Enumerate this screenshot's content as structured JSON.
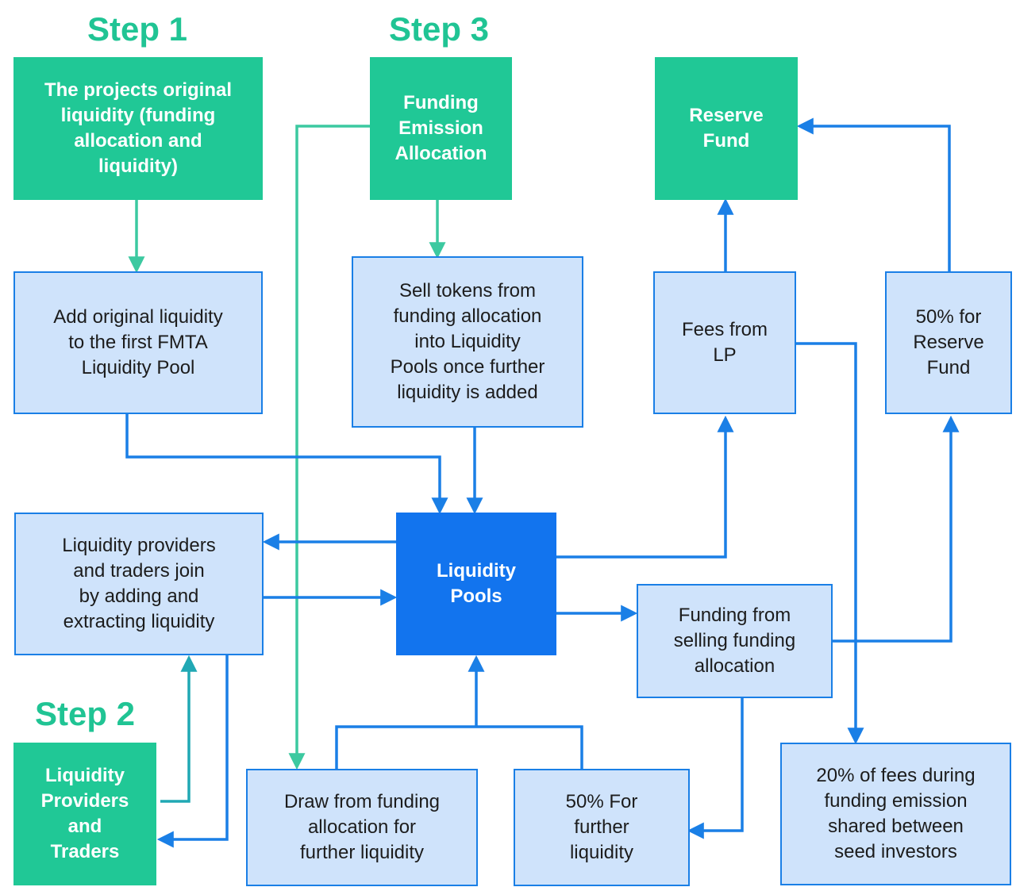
{
  "steps": {
    "step1": "Step 1",
    "step2": "Step 2",
    "step3": "Step 3"
  },
  "boxes": {
    "original_liquidity": "The projects original\nliquidity (funding\nallocation and\nliquidity)",
    "funding_emission": "Funding\nEmission\nAllocation",
    "reserve_fund": "Reserve\nFund",
    "add_liquidity": "Add original liquidity\nto the first FMTA\nLiquidity Pool",
    "sell_tokens": "Sell tokens from\nfunding allocation\ninto Liquidity\nPools once further\nliquidity is added",
    "fees_lp": "Fees from\nLP",
    "reserve_50": "50% for\nReserve\nFund",
    "lp_traders_join": "Liquidity providers\nand traders join\nby adding and\nextracting liquidity",
    "liquidity_pools": "Liquidity\nPools",
    "funding_selling": "Funding from\nselling funding\nallocation",
    "lp_and_traders": "Liquidity\nProviders\nand\nTraders",
    "draw_funding": "Draw from funding\nallocation for\nfurther liquidity",
    "further_50": "50% For\nfurther\nliquidity",
    "fees_20": "20% of fees during\nfunding emission\nshared between\nseed investors"
  },
  "colors": {
    "step_green": "#20c494",
    "box_green": "#20c896",
    "box_light": "#cfe3fb",
    "box_border": "#1a7fe6",
    "pool_blue": "#1274ee",
    "arrow_blue": "#1a7fe6",
    "arrow_green": "#3cc9a0",
    "arrow_teal": "#20a8b4"
  }
}
